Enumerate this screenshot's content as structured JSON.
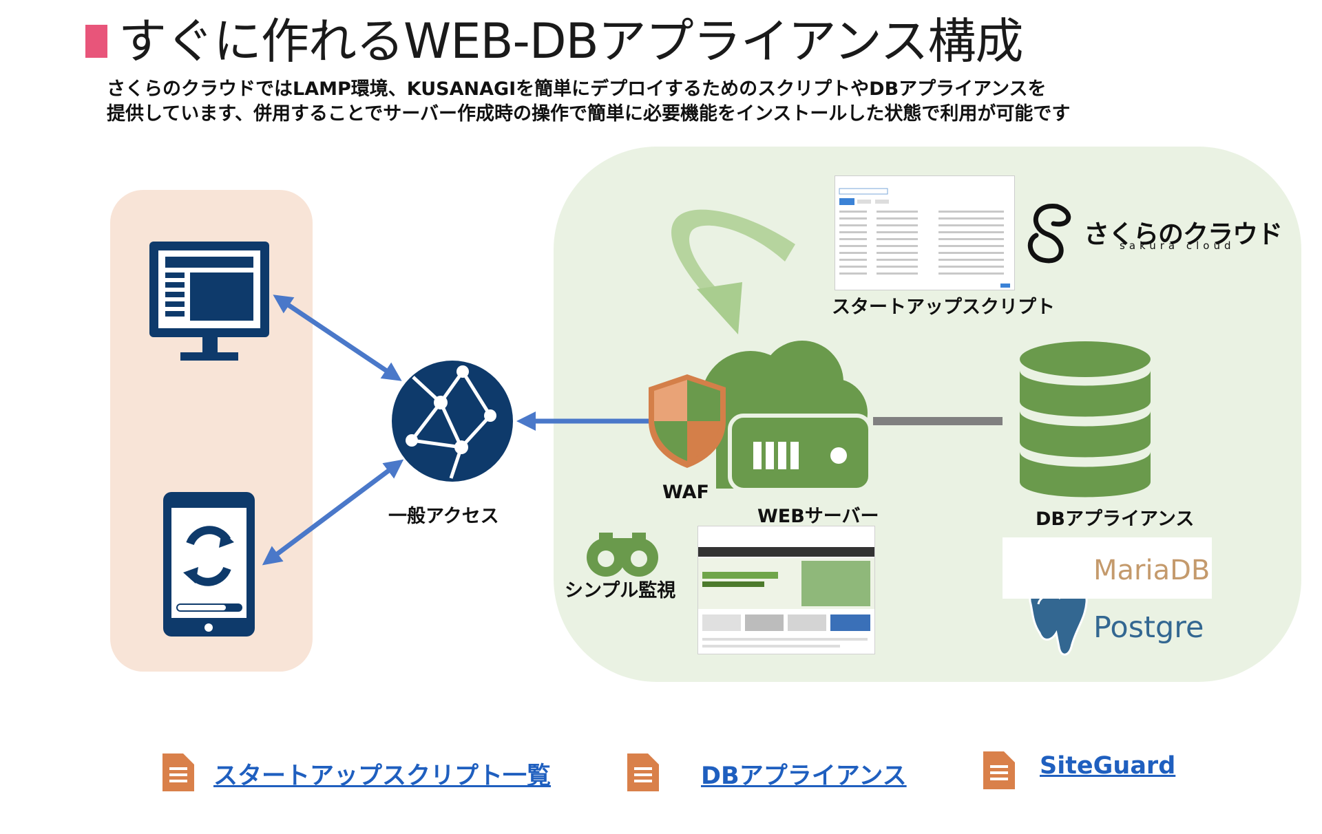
{
  "title": "すぐに作れるWEB-DBアプライアンス構成",
  "description": {
    "line1": "さくらのクラウドではLAMP環境、KUSANAGIを簡単にデプロイするためのスクリプトやDBアプライアンスを",
    "line2": "提供しています、併用することでサーバー作成時の操作で簡単に必要機能をインストールした状態で利用が可能です"
  },
  "diagram": {
    "general_access": "一般アクセス",
    "waf": "WAF",
    "web_server": "WEBサーバー",
    "db_appliance": "DBアプライアンス",
    "monitoring": "シンプル監視",
    "startup_script": "スタートアップスクリプト",
    "mariadb": "MariaDB",
    "postgre": "Postgre"
  },
  "sakura_logo": {
    "text": "さくらのクラウド",
    "sub": "sakura cloud"
  },
  "links": [
    {
      "label": "スタートアップスクリプト一覧",
      "icon": "document-icon"
    },
    {
      "label": "DBアプライアンス",
      "icon": "document-icon"
    },
    {
      "label": "SiteGuard",
      "icon": "document-icon"
    }
  ],
  "colors": {
    "title_accent": "#e8557a",
    "client_panel": "#f8e4d7",
    "cloud_panel": "#eaf2e3",
    "navy": "#0e3a6b",
    "green": "#6a9a4c",
    "arrow_blue": "#4a78c9",
    "waf_orange": "#d47f49",
    "link_blue": "#1f5fbf",
    "doc_icon": "#d9804a"
  }
}
